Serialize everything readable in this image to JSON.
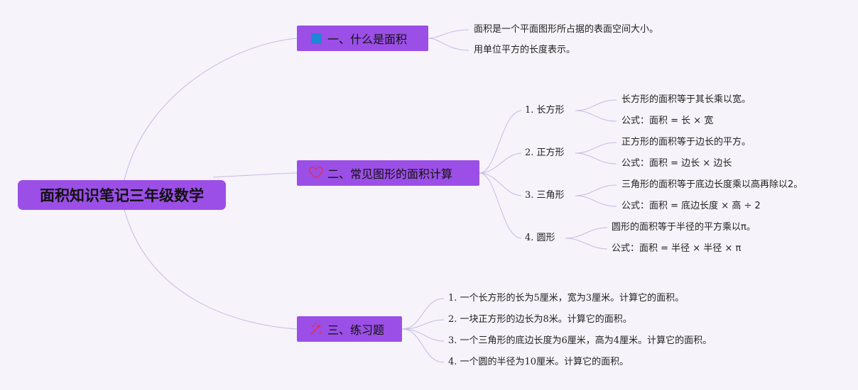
{
  "root": {
    "title": "面积知识笔记三年级数学"
  },
  "branches": [
    {
      "title": "一、什么是面积",
      "icon": "blue-square-icon"
    },
    {
      "title": "二、常见图形的面积计算",
      "icon": "heart-icon"
    },
    {
      "title": "三、练习题",
      "icon": "sparkle-icon"
    }
  ],
  "definition": [
    "面积是一个平面图形所占据的表面空间大小。",
    "用单位平方的长度表示。"
  ],
  "shapes": [
    {
      "label": "1. 长方形",
      "details": [
        "长方形的面积等于其长乘以宽。",
        "公式：面积 = 长 × 宽"
      ]
    },
    {
      "label": "2. 正方形",
      "details": [
        "正方形的面积等于边长的平方。",
        "公式：面积 = 边长 × 边长"
      ]
    },
    {
      "label": "3. 三角形",
      "details": [
        "三角形的面积等于底边长度乘以高再除以2。",
        "公式：面积 = 底边长度 × 高 ÷ 2"
      ]
    },
    {
      "label": "4. 圆形",
      "details": [
        "圆形的面积等于半径的平方乘以π。",
        "公式：面积 = 半径 × 半径 × π"
      ]
    }
  ],
  "exercises": [
    "1. 一个长方形的长为5厘米，宽为3厘米。计算它的面积。",
    "2. 一块正方形的边长为8米。计算它的面积。",
    "3. 一个三角形的底边长度为6厘米，高为4厘米。计算它的面积。",
    "4. 一个圆的半径为10厘米。计算它的面积。"
  ],
  "colors": {
    "node": "#9b4fe6",
    "link": "#c9b8e6",
    "background": "#f6f3fa",
    "accent_blue": "#1f86d8",
    "accent_red": "#d6336c"
  }
}
